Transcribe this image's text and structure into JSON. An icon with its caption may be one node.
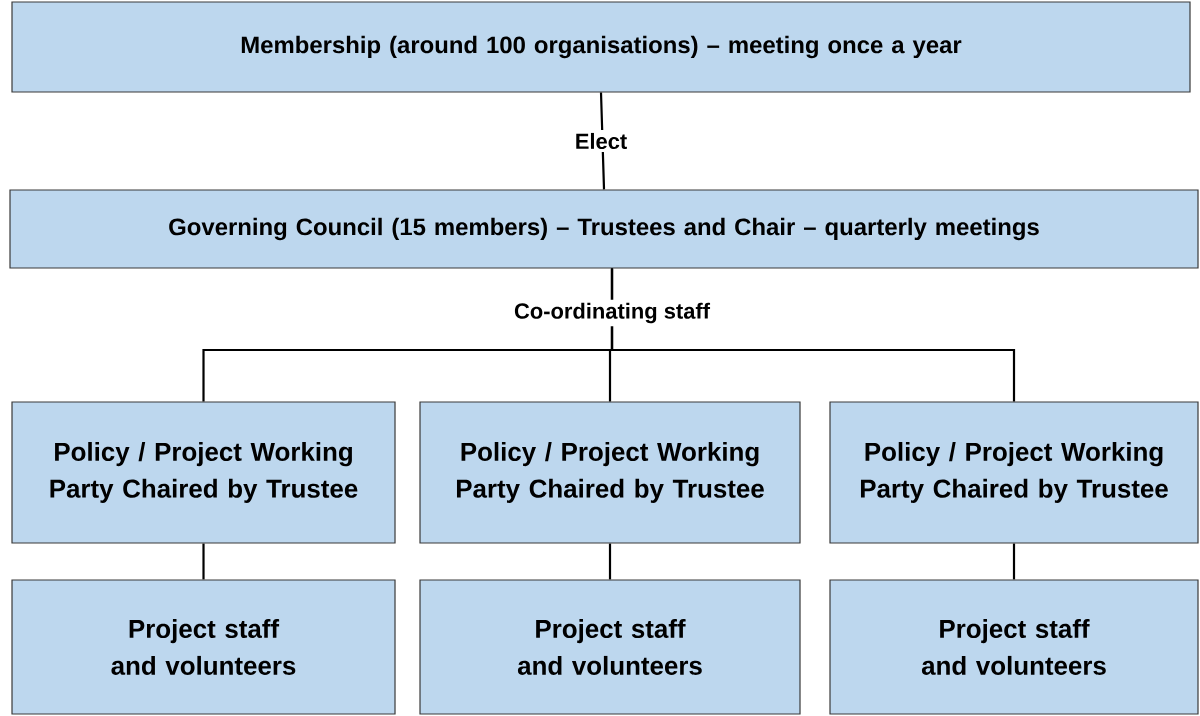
{
  "diagram": {
    "nodes": [
      {
        "text": [
          "Membership (around 100 organisations) – meeting once a year"
        ]
      },
      {
        "text": [
          "Governing Council (15 members) – Trustees and Chair – quarterly meetings"
        ]
      },
      {
        "text": [
          "Policy / Project Working Party Chaired by Trustee"
        ]
      },
      {
        "text": [
          "Policy / Project Working Party Chaired by Trustee"
        ]
      },
      {
        "text": [
          "Policy / Project Working Party Chaired by Trustee"
        ]
      },
      {
        "text": [
          "Project staff and volunteers"
        ]
      },
      {
        "text": [
          "Project staff and volunteers"
        ]
      },
      {
        "text": [
          "Project staff and volunteers"
        ]
      }
    ],
    "edges": [
      {
        "from": 0,
        "to": 1,
        "arrow": "none",
        "label": "Elect"
      },
      {
        "from": 1,
        "to": 2,
        "arrow": "none"
      },
      {
        "from": 1,
        "to": 3,
        "arrow": "none",
        "label": "Co-ordinating staff"
      },
      {
        "from": 1,
        "to": 4,
        "arrow": "none"
      },
      {
        "from": 2,
        "to": 5,
        "arrow": "none"
      },
      {
        "from": 3,
        "to": 6,
        "arrow": "none"
      },
      {
        "from": 4,
        "to": 7,
        "arrow": "none"
      }
    ]
  }
}
